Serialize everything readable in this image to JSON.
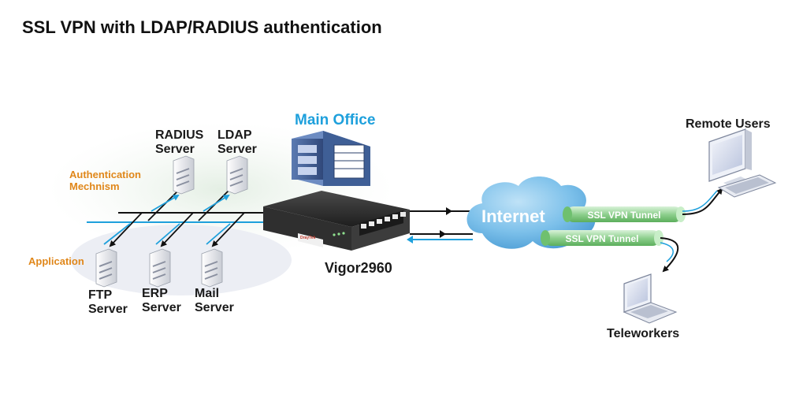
{
  "title": "SSL VPN with LDAP/RADIUS authentication",
  "nodes": {
    "radius": "RADIUS\nServer",
    "ldap": "LDAP\nServer",
    "auth": "Authentication\nMechnism",
    "application": "Application",
    "ftp": "FTP\nServer",
    "erp": "ERP\nServer",
    "mail": "Mail\nServer",
    "main_office": "Main Office",
    "router": "Vigor2960",
    "router_badge": "DrayTek",
    "internet": "Internet",
    "remote_users": "Remote Users",
    "teleworkers": "Teleworkers"
  },
  "tunnels": [
    "SSL VPN Tunnel",
    "SSL VPN Tunnel"
  ],
  "colors": {
    "accent_blue": "#1ea0dc",
    "label_orange": "#e0871a",
    "tunnel_green": "#8fd08f",
    "cloud_blue": "#6fb6e6",
    "router_dark": "#2b2b2b",
    "building": "#3f5f96"
  },
  "icons": [
    "server-icon",
    "router-icon",
    "building-icon",
    "cloud-icon",
    "desktop-computer-icon",
    "laptop-icon"
  ]
}
